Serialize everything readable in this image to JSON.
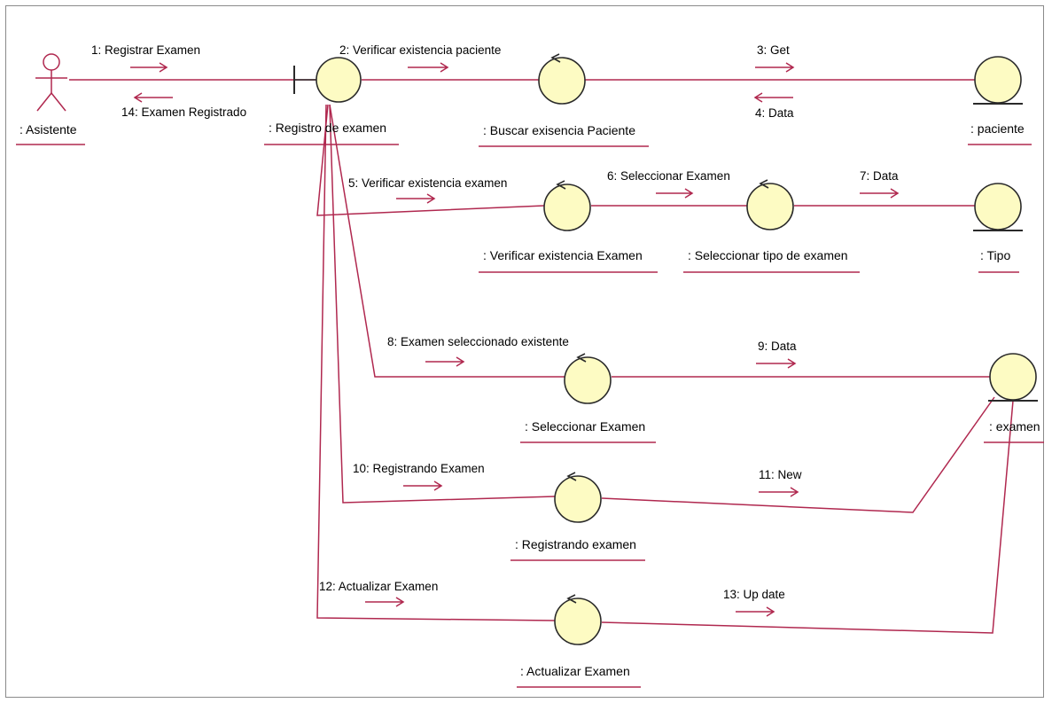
{
  "colors": {
    "line": "#b0284f",
    "fill": "#fdfbc3",
    "stroke": "#2a2a2a",
    "text": "#000000"
  },
  "objects": {
    "asistente": ": Asistente",
    "registro": ": Registro de examen",
    "buscar": ": Buscar exisencia Paciente",
    "paciente": ": paciente",
    "verificar": ": Verificar existencia Examen",
    "seleccionar_tipo": ": Seleccionar tipo de examen",
    "tipo": ": Tipo",
    "seleccionar_examen": ": Seleccionar Examen",
    "examen": ": examen",
    "registrando": ": Registrando examen",
    "actualizar": ": Actualizar Examen"
  },
  "messages": {
    "m1": "1: Registrar Examen",
    "m14": "14: Examen Registrado",
    "m2": "2: Verificar existencia paciente",
    "m3": "3: Get",
    "m4": "4: Data",
    "m5": "5: Verificar existencia examen",
    "m6": "6: Seleccionar Examen",
    "m7": "7: Data",
    "m8": "8: Examen seleccionado existente",
    "m9": "9: Data",
    "m10": "10: Registrando Examen",
    "m11": "11: New",
    "m12": "12: Actualizar Examen",
    "m13": "13: Up date"
  }
}
